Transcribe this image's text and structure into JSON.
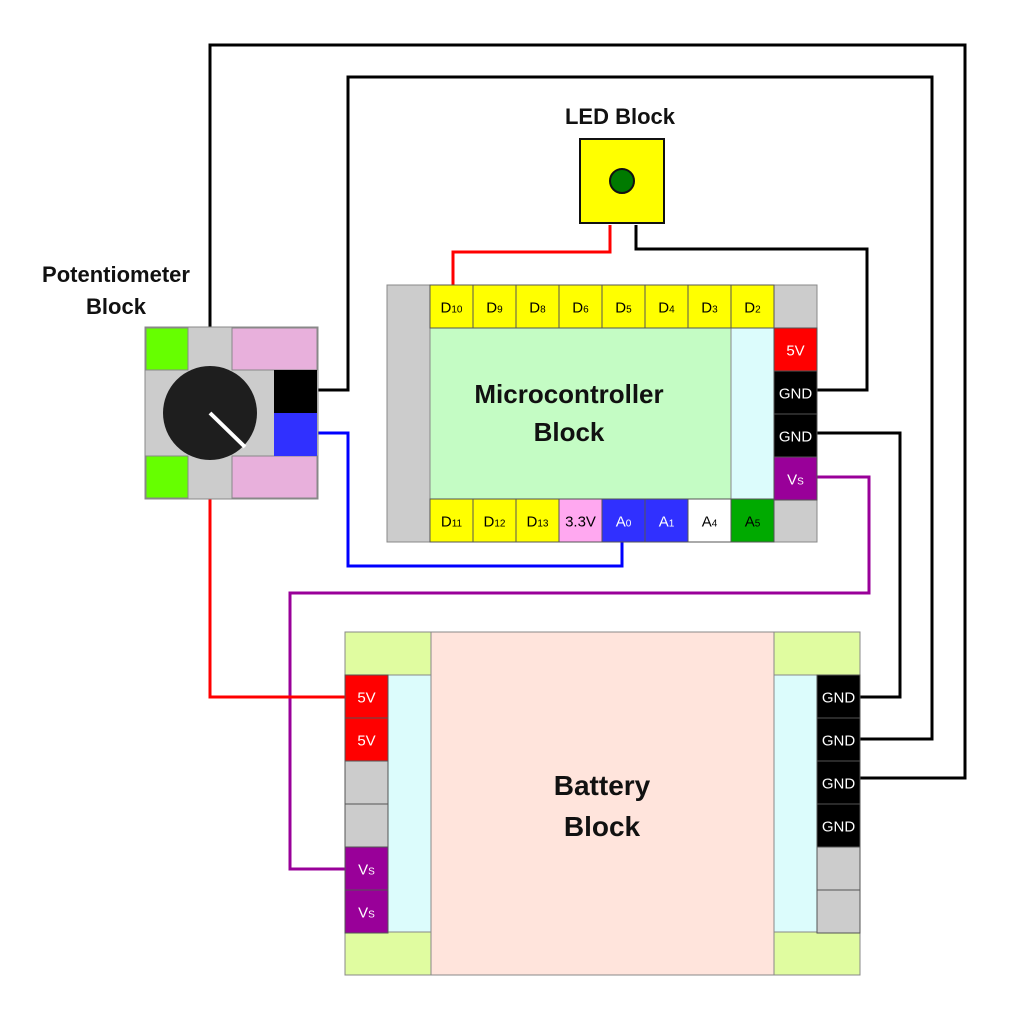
{
  "blocks": {
    "potentiometer": {
      "title_line1": "Potentiometer",
      "title_line2": "Block"
    },
    "led": {
      "title": "LED Block",
      "led_color": "#007a00",
      "body_color": "#ffff00"
    },
    "microcontroller": {
      "title_line1": "Microcontroller",
      "title_line2": "Block",
      "body_color": "#c4fcc4",
      "top_pins": [
        {
          "main": "D",
          "sub": "10",
          "color": "#ffff00",
          "text": "#000"
        },
        {
          "main": "D",
          "sub": "9",
          "color": "#ffff00",
          "text": "#000"
        },
        {
          "main": "D",
          "sub": "8",
          "color": "#ffff00",
          "text": "#000"
        },
        {
          "main": "D",
          "sub": "6",
          "color": "#ffff00",
          "text": "#000"
        },
        {
          "main": "D",
          "sub": "5",
          "color": "#ffff00",
          "text": "#000"
        },
        {
          "main": "D",
          "sub": "4",
          "color": "#ffff00",
          "text": "#000"
        },
        {
          "main": "D",
          "sub": "3",
          "color": "#ffff00",
          "text": "#000"
        },
        {
          "main": "D",
          "sub": "2",
          "color": "#ffff00",
          "text": "#000"
        }
      ],
      "bottom_pins": [
        {
          "main": "D",
          "sub": "11",
          "color": "#ffff00",
          "text": "#000"
        },
        {
          "main": "D",
          "sub": "12",
          "color": "#ffff00",
          "text": "#000"
        },
        {
          "main": "D",
          "sub": "13",
          "color": "#ffff00",
          "text": "#000"
        },
        {
          "main": "3.3V",
          "sub": "",
          "color": "#ffa8f0",
          "text": "#000"
        },
        {
          "main": "A",
          "sub": "0",
          "color": "#3030ff",
          "text": "#fff"
        },
        {
          "main": "A",
          "sub": "1",
          "color": "#3030ff",
          "text": "#fff"
        },
        {
          "main": "A",
          "sub": "4",
          "color": "#ffffff",
          "text": "#000"
        },
        {
          "main": "A",
          "sub": "5",
          "color": "#00aa00",
          "text": "#000"
        }
      ],
      "right_pins": [
        {
          "main": "5V",
          "sub": "",
          "color": "#ff0000",
          "text": "#fff"
        },
        {
          "main": "GND",
          "sub": "",
          "color": "#000000",
          "text": "#fff"
        },
        {
          "main": "GND",
          "sub": "",
          "color": "#000000",
          "text": "#fff"
        },
        {
          "main": "V",
          "sub": "S",
          "color": "#990099",
          "text": "#fff"
        }
      ]
    },
    "battery": {
      "title_line1": "Battery",
      "title_line2": "Block",
      "body_color": "#ffe4dc",
      "left_pins": [
        {
          "main": "5V",
          "sub": "",
          "color": "#ff0000",
          "text": "#fff"
        },
        {
          "main": "5V",
          "sub": "",
          "color": "#ff0000",
          "text": "#fff"
        },
        {
          "main": "",
          "sub": "",
          "color": "#cccccc",
          "text": "#000"
        },
        {
          "main": "",
          "sub": "",
          "color": "#cccccc",
          "text": "#000"
        },
        {
          "main": "V",
          "sub": "S",
          "color": "#990099",
          "text": "#fff"
        },
        {
          "main": "V",
          "sub": "S",
          "color": "#990099",
          "text": "#fff"
        }
      ],
      "right_pins": [
        {
          "main": "GND",
          "sub": "",
          "color": "#000000",
          "text": "#fff"
        },
        {
          "main": "GND",
          "sub": "",
          "color": "#000000",
          "text": "#fff"
        },
        {
          "main": "GND",
          "sub": "",
          "color": "#000000",
          "text": "#fff"
        },
        {
          "main": "GND",
          "sub": "",
          "color": "#000000",
          "text": "#fff"
        },
        {
          "main": "",
          "sub": "",
          "color": "#cccccc",
          "text": "#000"
        },
        {
          "main": "",
          "sub": "",
          "color": "#cccccc",
          "text": "#000"
        }
      ]
    }
  },
  "wires": [
    {
      "name": "wire-led-signal-to-d10",
      "color": "#ff0000",
      "from": "LED",
      "to": "D10"
    },
    {
      "name": "wire-led-gnd-to-mcu-gnd",
      "color": "#000000",
      "from": "LED",
      "to": "MCU GND"
    },
    {
      "name": "wire-pot-wiper-to-a0",
      "color": "#0000ff",
      "from": "Potentiometer",
      "to": "A0"
    },
    {
      "name": "wire-pot-to-mcu-top-loop",
      "color": "#000000",
      "from": "Potentiometer",
      "to": "Battery GND"
    },
    {
      "name": "wire-pot-top-to-battery-gnd",
      "color": "#000000",
      "from": "Potentiometer",
      "to": "Battery GND"
    },
    {
      "name": "wire-pot-5v-to-battery-5v",
      "color": "#ff0000",
      "from": "Potentiometer",
      "to": "Battery 5V"
    },
    {
      "name": "wire-mcu-vs-to-battery-vs",
      "color": "#990099",
      "from": "MCU Vs",
      "to": "Battery Vs"
    },
    {
      "name": "wire-mcu-gnd-to-battery-gnd",
      "color": "#000000",
      "from": "MCU GND",
      "to": "Battery GND"
    }
  ]
}
